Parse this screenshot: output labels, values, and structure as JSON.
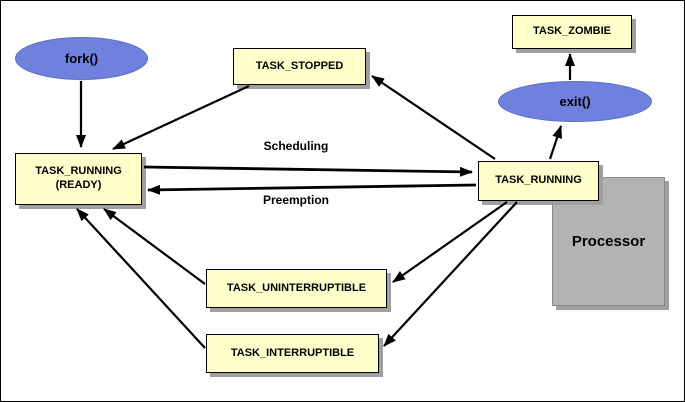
{
  "diagram": {
    "nodes": {
      "fork": {
        "label": "fork()"
      },
      "task_stopped": {
        "label": "TASK_STOPPED"
      },
      "task_zombie": {
        "label": "TASK_ZOMBIE"
      },
      "exit": {
        "label": "exit()"
      },
      "task_running_ready": {
        "line1": "TASK_RUNNING",
        "line2": "(READY)"
      },
      "task_running": {
        "label": "TASK_RUNNING"
      },
      "processor": {
        "label": "Processor"
      },
      "task_uninterruptible": {
        "label": "TASK_UNINTERRUPTIBLE"
      },
      "task_interruptible": {
        "label": "TASK_INTERRUPTIBLE"
      }
    },
    "edge_labels": {
      "scheduling": "Scheduling",
      "preemption": "Preemption"
    },
    "edges": [
      {
        "from": "fork",
        "to": "task_running_ready"
      },
      {
        "from": "task_stopped",
        "to": "task_running_ready"
      },
      {
        "from": "task_running",
        "to": "task_stopped"
      },
      {
        "from": "task_running_ready",
        "to": "task_running",
        "label": "Scheduling"
      },
      {
        "from": "task_running",
        "to": "task_running_ready",
        "label": "Preemption"
      },
      {
        "from": "task_running",
        "to": "exit"
      },
      {
        "from": "exit",
        "to": "task_zombie"
      },
      {
        "from": "task_running",
        "to": "task_uninterruptible"
      },
      {
        "from": "task_running",
        "to": "task_interruptible"
      },
      {
        "from": "task_uninterruptible",
        "to": "task_running_ready"
      },
      {
        "from": "task_interruptible",
        "to": "task_running_ready"
      }
    ],
    "colors": {
      "state_box_fill": "#ffffcc",
      "ellipse_fill": "#7080dd",
      "processor_fill": "#b3b3b3",
      "shadow": "#a0a0a0",
      "arrow": "#000000",
      "border": "#000000"
    }
  }
}
